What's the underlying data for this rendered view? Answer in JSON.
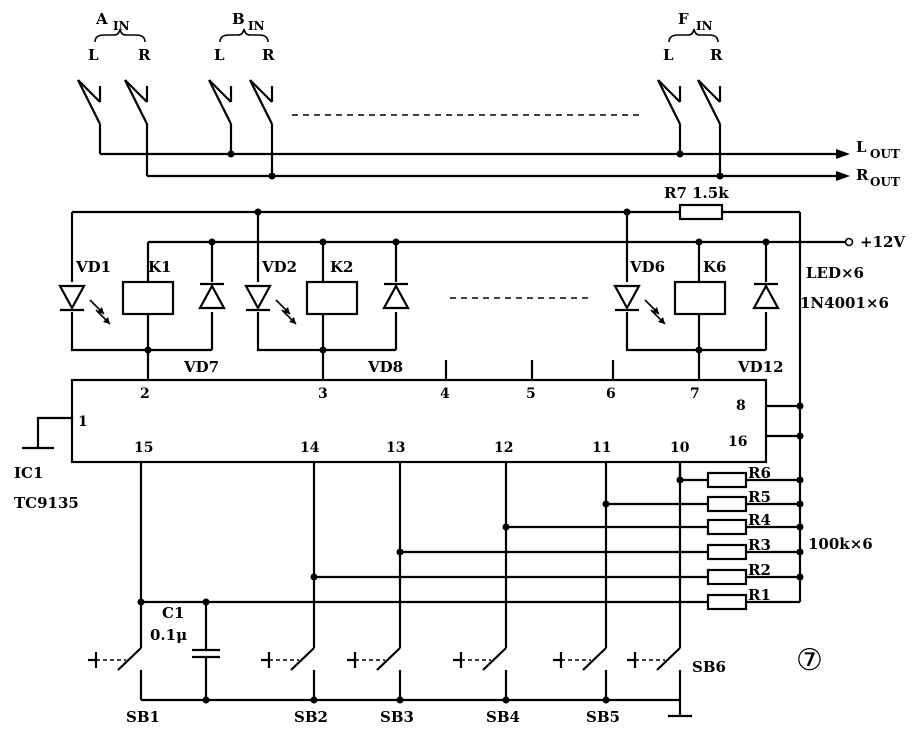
{
  "inputs": [
    {
      "name": "A",
      "sub": "IN"
    },
    {
      "name": "B",
      "sub": "IN"
    },
    {
      "name": "F",
      "sub": "IN"
    }
  ],
  "channel_l": "L",
  "channel_r": "R",
  "outputs": {
    "l_main": "L",
    "l_sub": "OUT",
    "r_main": "R",
    "r_sub": "OUT"
  },
  "power": "+12V",
  "r7": "R7  1.5k",
  "leds": [
    "VD1",
    "VD2",
    "VD6"
  ],
  "relays": [
    "K1",
    "K2",
    "K6"
  ],
  "diodes": [
    "VD7",
    "VD8",
    "VD12"
  ],
  "led_note": "LED×6",
  "diode_note": "1N4001×6",
  "ic": {
    "name": "IC1",
    "part": "TC9135",
    "top_pins": [
      "2",
      "3",
      "4",
      "5",
      "6",
      "7"
    ],
    "bottom_pins": [
      "15",
      "14",
      "13",
      "12",
      "11",
      "10"
    ],
    "left_pin": "1",
    "right_pins": [
      "8",
      "16"
    ]
  },
  "resistors": [
    "R6",
    "R5",
    "R4",
    "R3",
    "R2",
    "R1"
  ],
  "resistor_note": "100k×6",
  "capacitor": {
    "name": "C1",
    "value": "0.1μ"
  },
  "switches": [
    "SB1",
    "SB2",
    "SB3",
    "SB4",
    "SB5",
    "SB6"
  ],
  "figure_number": "⑦"
}
